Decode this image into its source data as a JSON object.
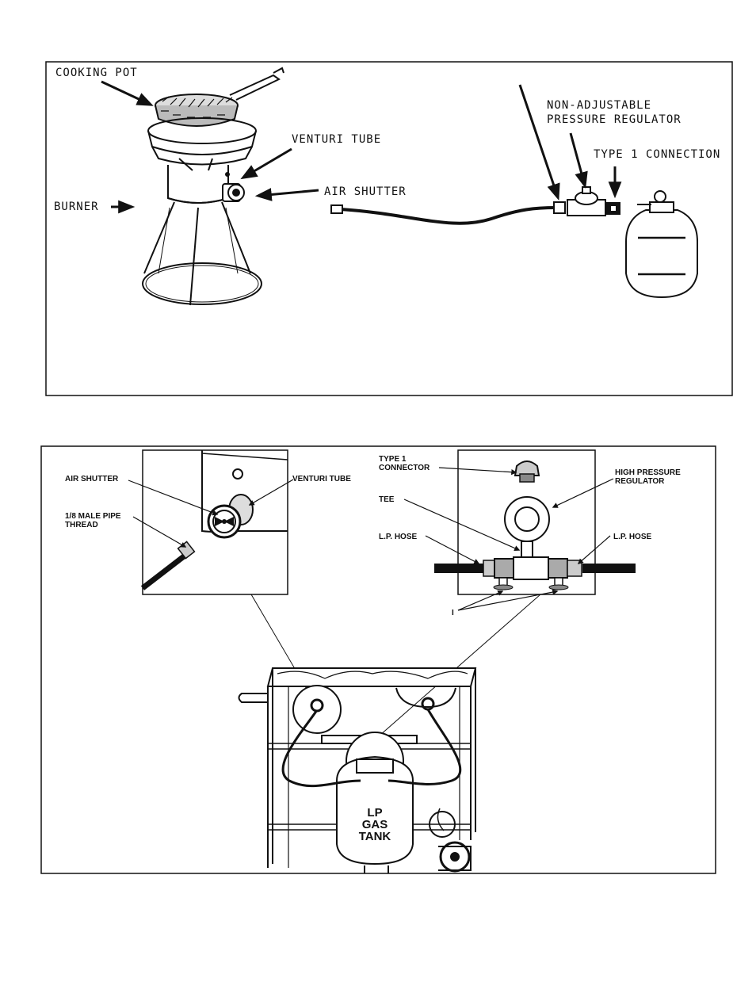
{
  "figure1": {
    "labels": {
      "cooking_pot": "COOKING POT",
      "venturi_tube": "VENTURI TUBE",
      "air_shutter": "AIR SHUTTER",
      "burner": "BURNER",
      "regulator_line1": "NON-ADJUSTABLE",
      "regulator_line2": "PRESSURE REGULATOR",
      "type1_connection": "TYPE 1 CONNECTION"
    }
  },
  "figure2": {
    "labels": {
      "air_shutter": "AIR SHUTTER",
      "venturi_tube": "VENTURI  TUBE",
      "pipe_thread_line1": "1/8 MALE PIPE",
      "pipe_thread_line2": "THREAD",
      "type1_line1": "TYPE 1",
      "type1_line2": "CONNECTOR",
      "tee": "TEE",
      "lp_hose_left": "L.P. HOSE",
      "lp_hose_right": "L.P. HOSE",
      "hp_regulator_line1": "HIGH PRESSURE",
      "hp_regulator_line2": "REGULATOR",
      "valves_marker": "I",
      "tank_line1": "LP",
      "tank_line2": "GAS",
      "tank_line3": "TANK"
    }
  }
}
